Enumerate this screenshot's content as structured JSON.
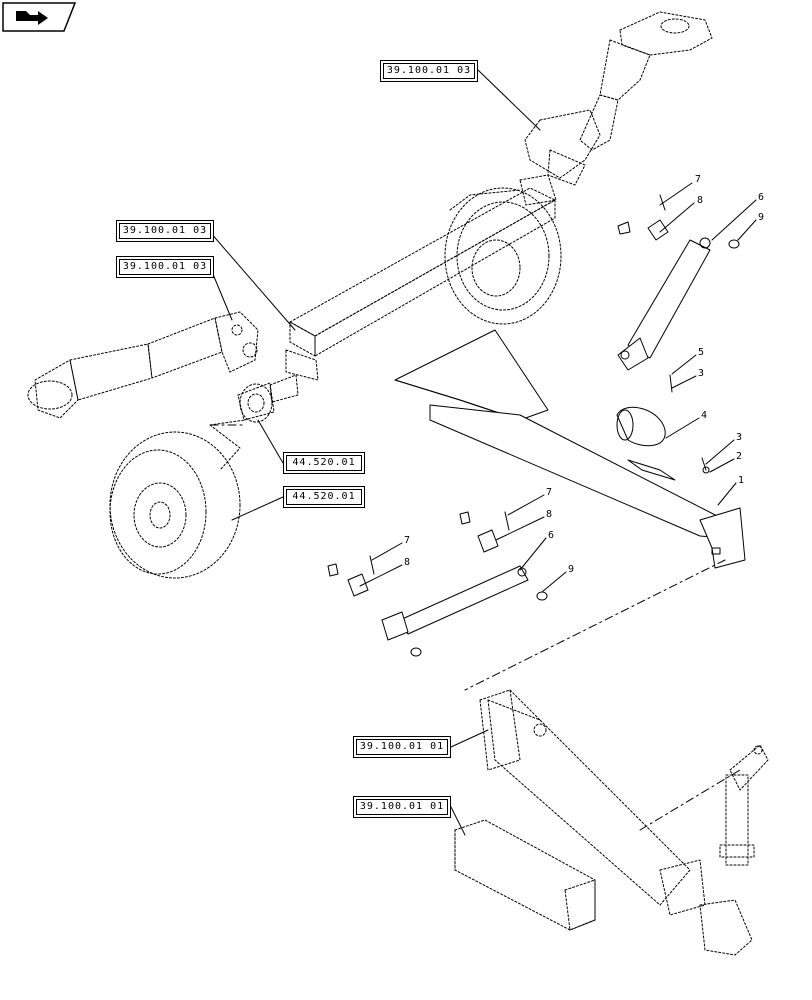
{
  "nav_icon": "back-arrow-icon",
  "references": [
    {
      "id": "ref-top",
      "label": "39.100.01 03"
    },
    {
      "id": "ref-mid",
      "label": "39.100.01 03"
    },
    {
      "id": "ref-left",
      "label": "39.100.01 03"
    },
    {
      "id": "ref-hub",
      "label": "44.520.01"
    },
    {
      "id": "ref-wheel",
      "label": "44.520.01"
    },
    {
      "id": "ref-frame",
      "label": "39.100.01 01"
    },
    {
      "id": "ref-frame2",
      "label": "39.100.01 01"
    }
  ],
  "callouts": [
    "7",
    "8",
    "6",
    "9",
    "5",
    "3",
    "4",
    "3",
    "2",
    "1",
    "7",
    "8",
    "6",
    "7",
    "8",
    "9"
  ]
}
